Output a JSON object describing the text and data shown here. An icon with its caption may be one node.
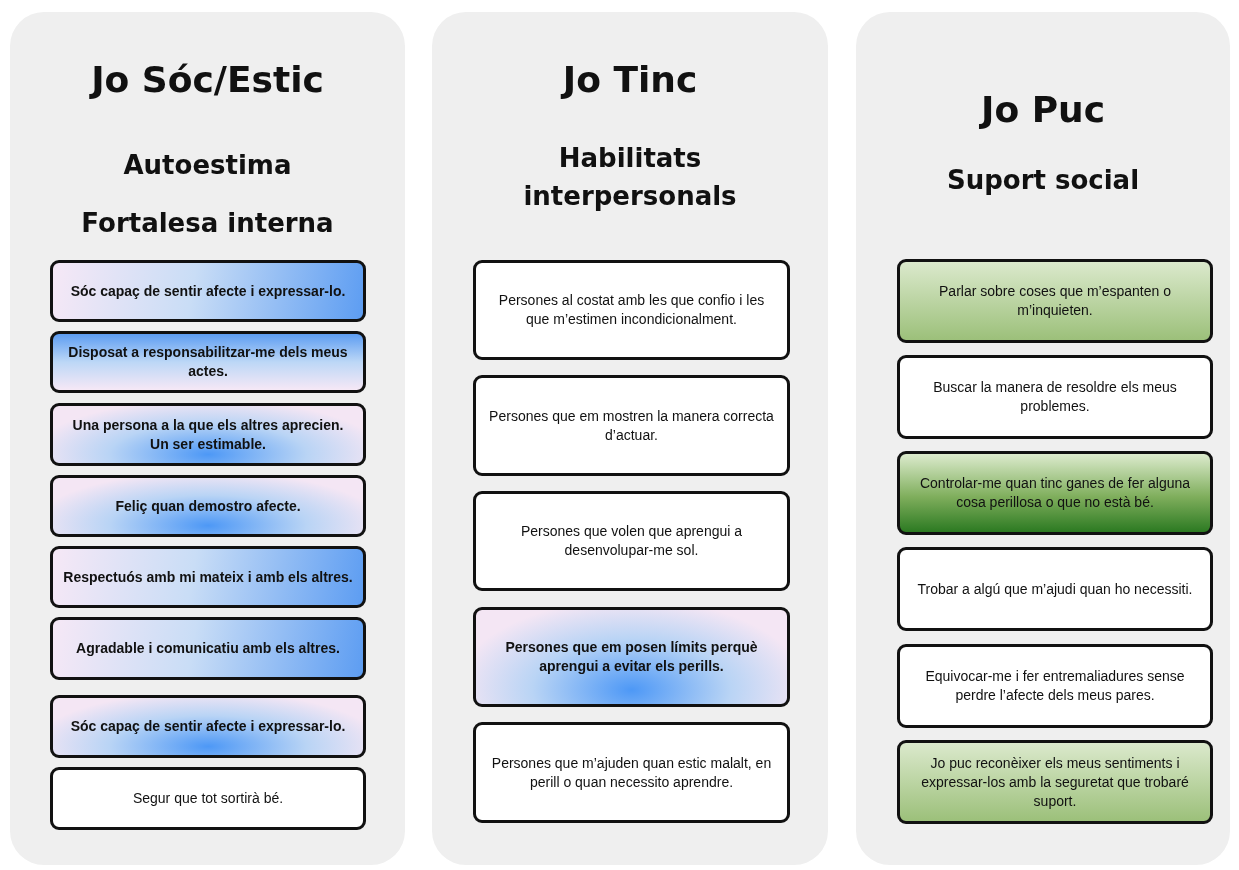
{
  "diagram": {
    "nodes": [
      {
        "text": [
          "Jo Sóc/Estic",
          "Autoestima",
          "Fortalesa interna"
        ]
      },
      {
        "text": [
          "Sóc capaç de sentir afecte i expressar-lo."
        ],
        "in": 0
      },
      {
        "text": [
          "Disposat a responsabilitzar-me dels meus actes."
        ],
        "in": 0
      },
      {
        "text": [
          "Una persona a la que els altres aprecien. Un ser estimable."
        ],
        "in": 0
      },
      {
        "text": [
          "Feliç quan demostro afecte."
        ],
        "in": 0
      },
      {
        "text": [
          "Respectuós amb mi mateix i amb els altres."
        ],
        "in": 0
      },
      {
        "text": [
          "Agradable i comunicatiu amb els altres."
        ],
        "in": 0
      },
      {
        "text": [
          "Sóc capaç de sentir afecte i expressar-lo."
        ],
        "in": 0
      },
      {
        "text": [
          "Segur que tot sortirà bé."
        ],
        "in": 0
      },
      {
        "text": [
          "Jo Tinc",
          "Habilitats interpersonals"
        ]
      },
      {
        "text": [
          "Persones al costat amb les que confio i les que m’estimen incondicionalment."
        ],
        "in": 9
      },
      {
        "text": [
          "Persones que em mostren la manera correcta d’actuar."
        ],
        "in": 9
      },
      {
        "text": [
          "Persones que volen que aprengui a desenvolupar-me sol."
        ],
        "in": 9
      },
      {
        "text": [
          "Persones que em posen límits perquè aprengui a evitar els perills."
        ],
        "in": 9
      },
      {
        "text": [
          "Persones que m’ajuden quan estic malalt, en perill o quan necessito aprendre."
        ],
        "in": 9
      },
      {
        "text": [
          "Jo Puc",
          "Suport social"
        ]
      },
      {
        "text": [
          "Parlar sobre coses que m’espanten o m’inquieten."
        ],
        "in": 15
      },
      {
        "text": [
          "Buscar la manera de resoldre els meus problemes."
        ],
        "in": 15
      },
      {
        "text": [
          "Controlar-me quan tinc ganes de fer alguna cosa perillosa o que no està bé."
        ],
        "in": 15
      },
      {
        "text": [
          "Trobar a algú que m’ajudi quan ho necessiti."
        ],
        "in": 15
      },
      {
        "text": [
          "Equivocar-me i fer entremaliadures sense perdre l’afecte dels meus pares."
        ],
        "in": 15
      },
      {
        "text": [
          "Jo puc reconèixer els meus sentiments i expressar-los amb la seguretat que trobaré suport."
        ],
        "in": 15
      }
    ]
  }
}
